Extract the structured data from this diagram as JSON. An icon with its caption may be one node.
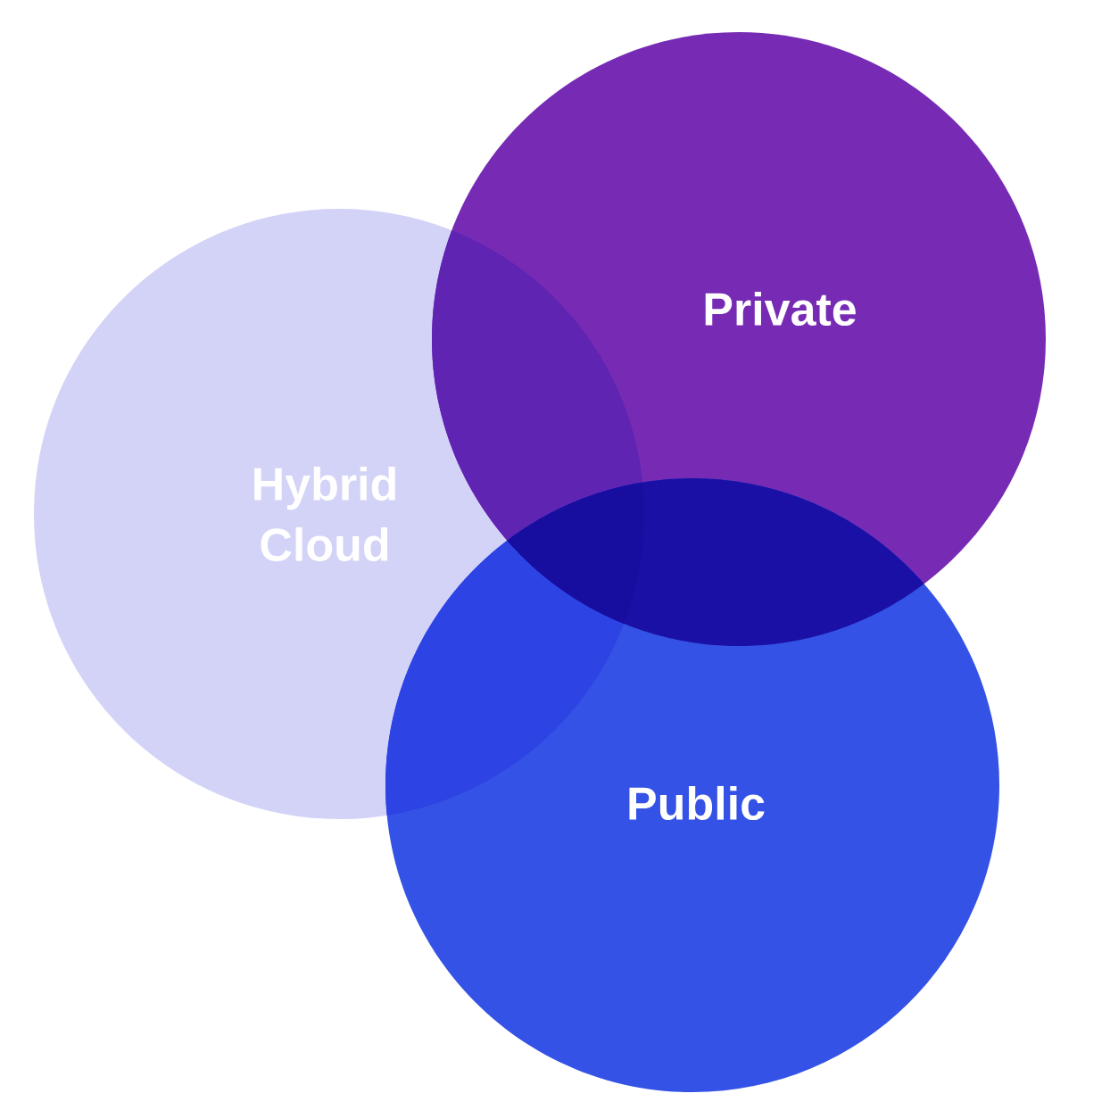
{
  "diagram": {
    "nodes": [
      {
        "text": [
          "Hybrid Cloud"
        ]
      },
      {
        "text": [
          "Private"
        ]
      },
      {
        "text": [
          "Public"
        ]
      }
    ]
  }
}
